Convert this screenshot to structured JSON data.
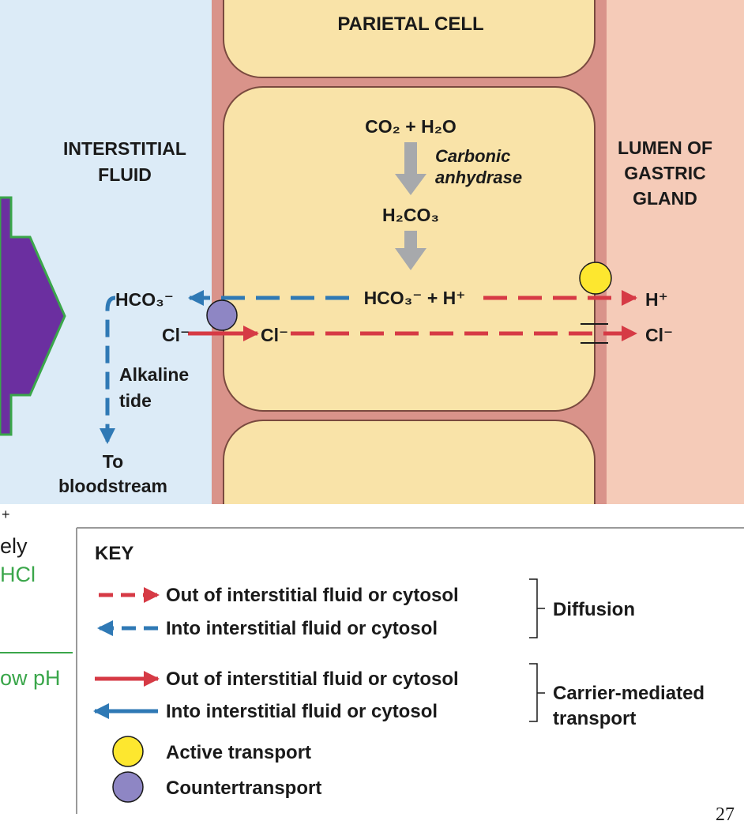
{
  "colors": {
    "interstitial_bg": "#dcebf7",
    "lumen_bg": "#f5cbb8",
    "cell_fill": "#f9e3a8",
    "membrane": "#d9938a",
    "diffusion_out": "#d63a45",
    "diffusion_in": "#2f79b5",
    "active_transport": "#fde72f",
    "countertransport": "#8e86c4",
    "enzyme_arrow": "#a7a9ac",
    "slide_arrow": "#6b2fa0",
    "slide_green": "#3aa64a"
  },
  "regions": {
    "parietal_cell": "PARIETAL CELL",
    "interstitial_fluid": [
      "INTERSTITIAL",
      "FLUID"
    ],
    "lumen": [
      "LUMEN OF",
      "GASTRIC",
      "GLAND"
    ]
  },
  "reaction": {
    "step1": "CO₂ + H₂O",
    "enzyme": [
      "Carbonic",
      "anhydrase"
    ],
    "step2": "H₂CO₃",
    "step3": "HCO₃⁻ + H⁺"
  },
  "ions": {
    "bicarbonate_out": "HCO₃⁻",
    "chloride_in_left": "Cl⁻",
    "chloride_cell": "Cl⁻",
    "proton_lumen": "H⁺",
    "chloride_lumen": "Cl⁻"
  },
  "alkaline_tide": [
    "Alkaline",
    "tide"
  ],
  "to_bloodstream": [
    "To",
    "bloodstream"
  ],
  "slide_fragments": {
    "plus": "+",
    "ely": "ely",
    "hcl": "HCl",
    "low_ph": "ow pH"
  },
  "key": {
    "title": "KEY",
    "diffusion_out": "Out of interstitial fluid or cytosol",
    "diffusion_in": "Into interstitial fluid or cytosol",
    "diffusion_group": "Diffusion",
    "carrier_out": "Out of interstitial fluid or cytosol",
    "carrier_in": "Into interstitial fluid or cytosol",
    "carrier_group": [
      "Carrier-mediated",
      "transport"
    ],
    "active": "Active transport",
    "counter": "Countertransport"
  },
  "page_number": "27"
}
